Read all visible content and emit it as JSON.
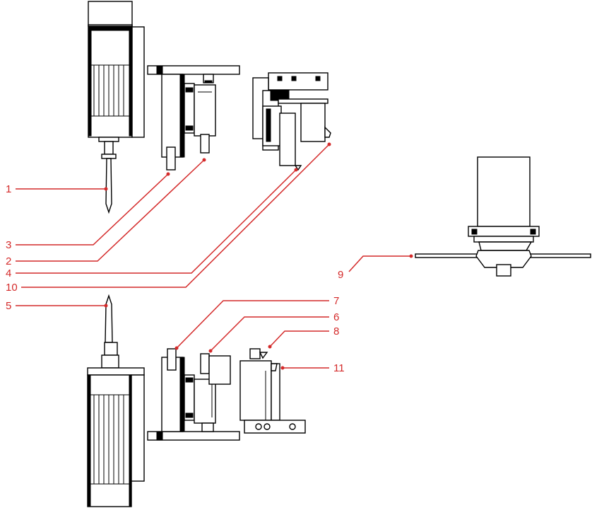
{
  "colors": {
    "leader": "#d42a2a",
    "line": "#000000",
    "background": "#ffffff"
  },
  "callouts": {
    "c1": "1",
    "c2": "2",
    "c3": "3",
    "c4": "4",
    "c5": "5",
    "c6": "6",
    "c7": "7",
    "c8": "8",
    "c9": "9",
    "c10": "10",
    "c11": "11"
  }
}
